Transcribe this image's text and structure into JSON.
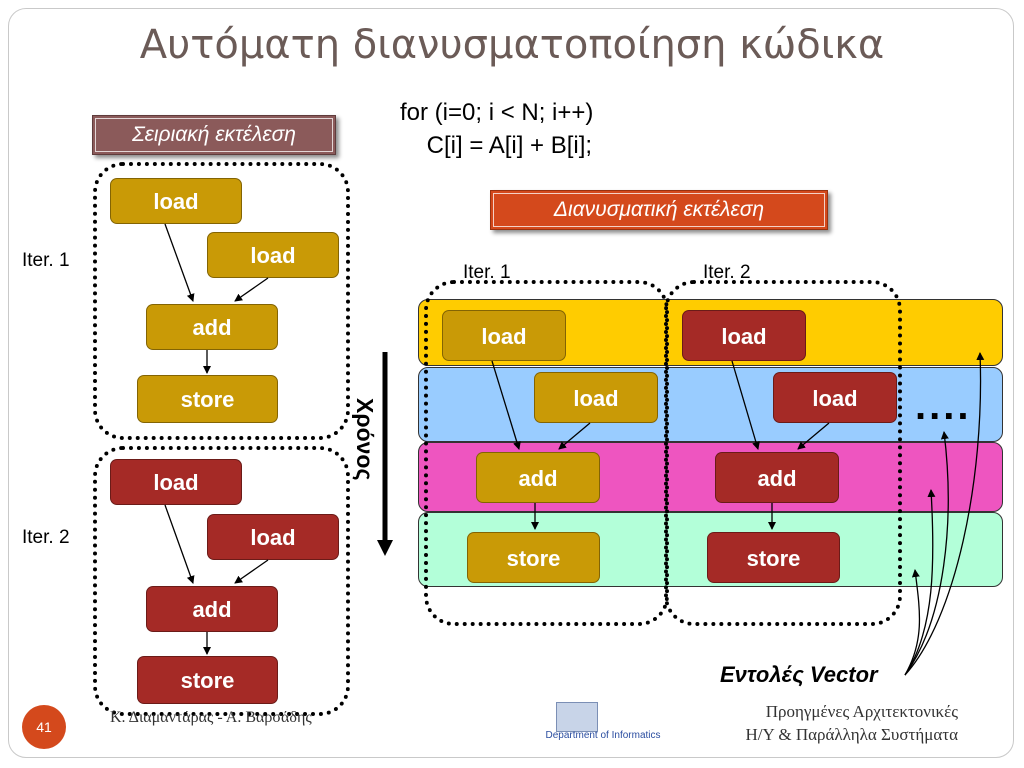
{
  "title": "Αυτόματη διανυσματοποίηση κώδικα",
  "code": {
    "line1": "for (i=0; i < N; i++)",
    "line2": "    C[i] = A[i] + B[i];"
  },
  "serial": {
    "tag": "Σειριακή εκτέλεση",
    "iter1_label": "Iter. 1",
    "iter2_label": "Iter. 2",
    "iter1": [
      "load",
      "load",
      "add",
      "store"
    ],
    "iter2": [
      "load",
      "load",
      "add",
      "store"
    ]
  },
  "time_label": "Χρόνος",
  "vector": {
    "tag": "Διανυσματική εκτέλεση",
    "iter1_label": "Iter. 1",
    "iter2_label": "Iter. 2",
    "iter1": [
      "load",
      "load",
      "add",
      "store"
    ],
    "iter2": [
      "load",
      "load",
      "add",
      "store"
    ],
    "more": "....",
    "vector_label": "Εντολές Vector"
  },
  "colors": {
    "iteration1": "#c99a06",
    "iteration2": "#a52a26",
    "lane_load_a": "#ffcc00",
    "lane_load_b": "#99ccff",
    "lane_add": "#ee55c0",
    "lane_store": "#b3ffd9"
  },
  "footer": {
    "page_number": "41",
    "authors": "Κ. Διαμαντάρας - Α. Βαρσάδης",
    "course_line1": "Προηγμένες Αρχιτεκτονικές",
    "course_line2": "Η/Υ & Παράλληλα Συστήματα",
    "logo_caption": "Department of Informatics"
  }
}
